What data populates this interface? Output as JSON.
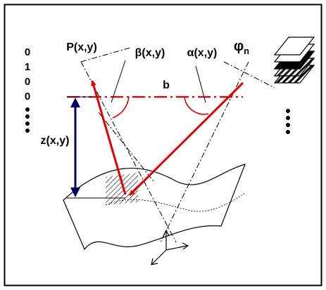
{
  "diagram": {
    "labels": {
      "point": "P(x,y)",
      "beta": "β(x,y)",
      "alpha": "α(x,y)",
      "phi": "φ",
      "phi_subscript": "n",
      "baseline": "b",
      "height": "z(x,y)"
    },
    "bit_column": [
      "0",
      "1",
      "0",
      "0"
    ],
    "colors": {
      "rays": "#e00000",
      "height_arrow": "#000066",
      "lines": "#000000",
      "frame": "#000000",
      "background": "#ffffff"
    }
  }
}
